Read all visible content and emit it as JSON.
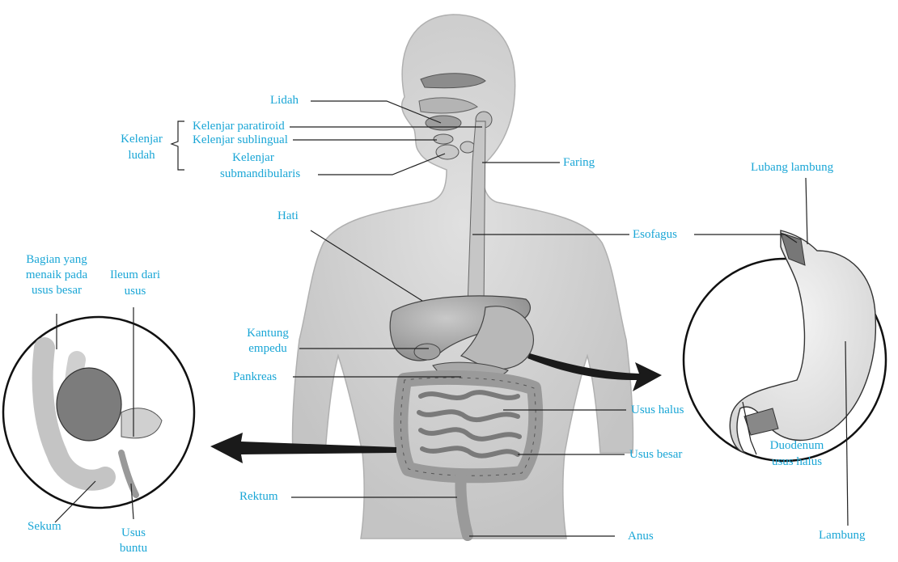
{
  "colors": {
    "label": "#1aa6d6",
    "leader": "#222222",
    "arrow": "#1a1a1a",
    "body_fill": "#d2d2d2",
    "organ_fill": "#a9a9a9"
  },
  "labels": {
    "lidah": "Lidah",
    "kelenjar_paratiroid": "Kelenjar paratiroid",
    "kelenjar_sublingual": "Kelenjar sublingual",
    "kelenjar_submandibularis_1": "Kelenjar",
    "kelenjar_submandibularis_2": "submandibularis",
    "kelenjar_ludah_1": "Kelenjar",
    "kelenjar_ludah_2": "ludah",
    "faring": "Faring",
    "hati": "Hati",
    "esofagus": "Esofagus",
    "kantung_empedu_1": "Kantung",
    "kantung_empedu_2": "empedu",
    "pankreas": "Pankreas",
    "usus_halus": "Usus halus",
    "usus_besar": "Usus besar",
    "rektum": "Rektum",
    "anus": "Anus",
    "lubang_lambung": "Lubang lambung",
    "duodenum_1": "Duodenum",
    "duodenum_2": "usus halus",
    "lambung": "Lambung",
    "bagian_1": "Bagian yang",
    "bagian_2": "menaik pada",
    "bagian_3": "usus besar",
    "ileum_1": "Ileum dari",
    "ileum_2": "usus",
    "sekum": "Sekum",
    "usus_buntu_1": "Usus",
    "usus_buntu_2": "buntu"
  }
}
